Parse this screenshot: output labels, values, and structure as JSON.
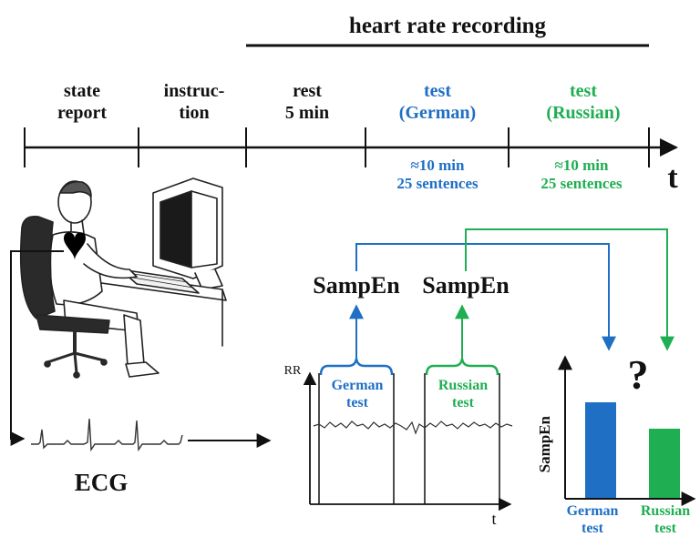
{
  "header": {
    "title": "heart rate recording"
  },
  "timeline": {
    "axis_label": "t",
    "phases": [
      {
        "line1": "state",
        "line2": "report"
      },
      {
        "line1": "instruc-",
        "line2": "tion"
      },
      {
        "line1": "rest",
        "line2": "5 min"
      },
      {
        "line1": "test",
        "line2": "(German)",
        "duration": "≈10 min",
        "items": "25 sentences"
      },
      {
        "line1": "test",
        "line2": "(Russian)",
        "duration": "≈10 min",
        "items": "25 sentences"
      }
    ]
  },
  "ecg": {
    "label": "ECG"
  },
  "sampen": {
    "label_german": "SampEn",
    "label_russian": "SampEn"
  },
  "rr_plot": {
    "y_label": "RR",
    "x_label": "t",
    "segment_german": {
      "line1": "German",
      "line2": "test"
    },
    "segment_russian": {
      "line1": "Russian",
      "line2": "test"
    }
  },
  "comparison": {
    "question": "?",
    "y_label": "SampEn",
    "bars": [
      {
        "line1": "German",
        "line2": "test",
        "relative_height": 0.78,
        "color": "#1f6fc4"
      },
      {
        "line1": "Russian",
        "line2": "test",
        "relative_height": 0.56,
        "color": "#1fae52"
      }
    ]
  },
  "colors": {
    "german": "#1f6fc4",
    "russian": "#1fae52",
    "ink": "#111111"
  }
}
